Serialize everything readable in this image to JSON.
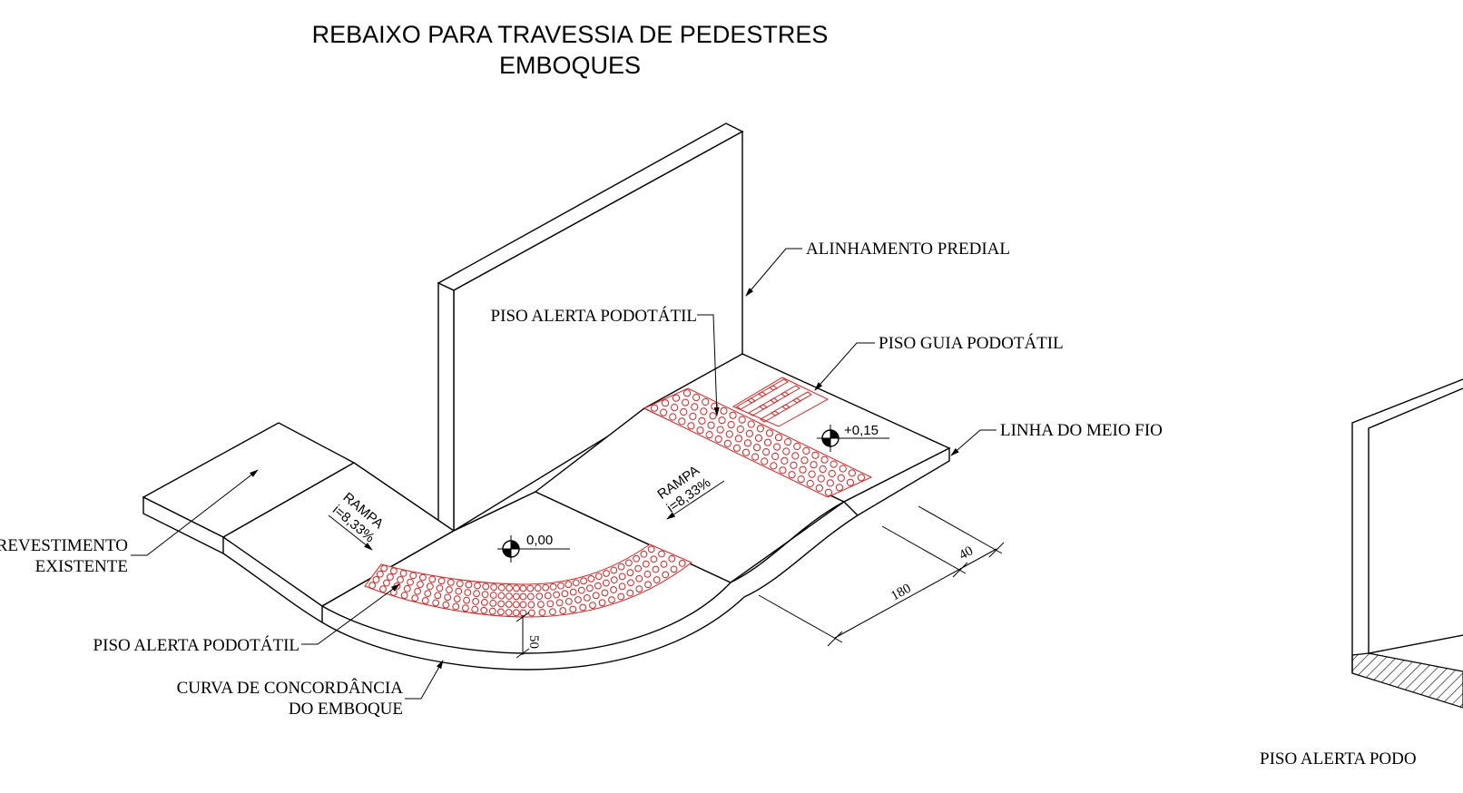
{
  "title": {
    "line1": "REBAIXO PARA TRAVESSIA DE PEDESTRES",
    "line2": "EMBOQUES"
  },
  "labels": {
    "alinhamento_predial": "ALINHAMENTO PREDIAL",
    "piso_alerta_top": "PISO ALERTA PODOTÁTIL",
    "piso_guia": "PISO GUIA PODOTÁTIL",
    "linha_meio_fio": "LINHA DO MEIO FIO",
    "revestimento_line1": "REVESTIMENTO",
    "revestimento_line2": "EXISTENTE",
    "piso_alerta_bottom": "PISO ALERTA PODOTÁTIL",
    "curva_line1": "CURVA DE CONCORDÂNCIA",
    "curva_line2": "DO EMBOQUE",
    "piso_alerta_right": "PISO ALERTA PODO"
  },
  "ramps": {
    "left": {
      "word": "RAMPA",
      "slope": "i=8,33%"
    },
    "right": {
      "word": "RAMPA",
      "slope": "i=8,33%"
    }
  },
  "levels": {
    "center": "0,00",
    "right": "+0,15"
  },
  "dimensions": {
    "width_180": "180",
    "width_40": "40",
    "offset_50": "50"
  },
  "colors": {
    "tactile": "#e41e1e",
    "line": "#000000"
  }
}
